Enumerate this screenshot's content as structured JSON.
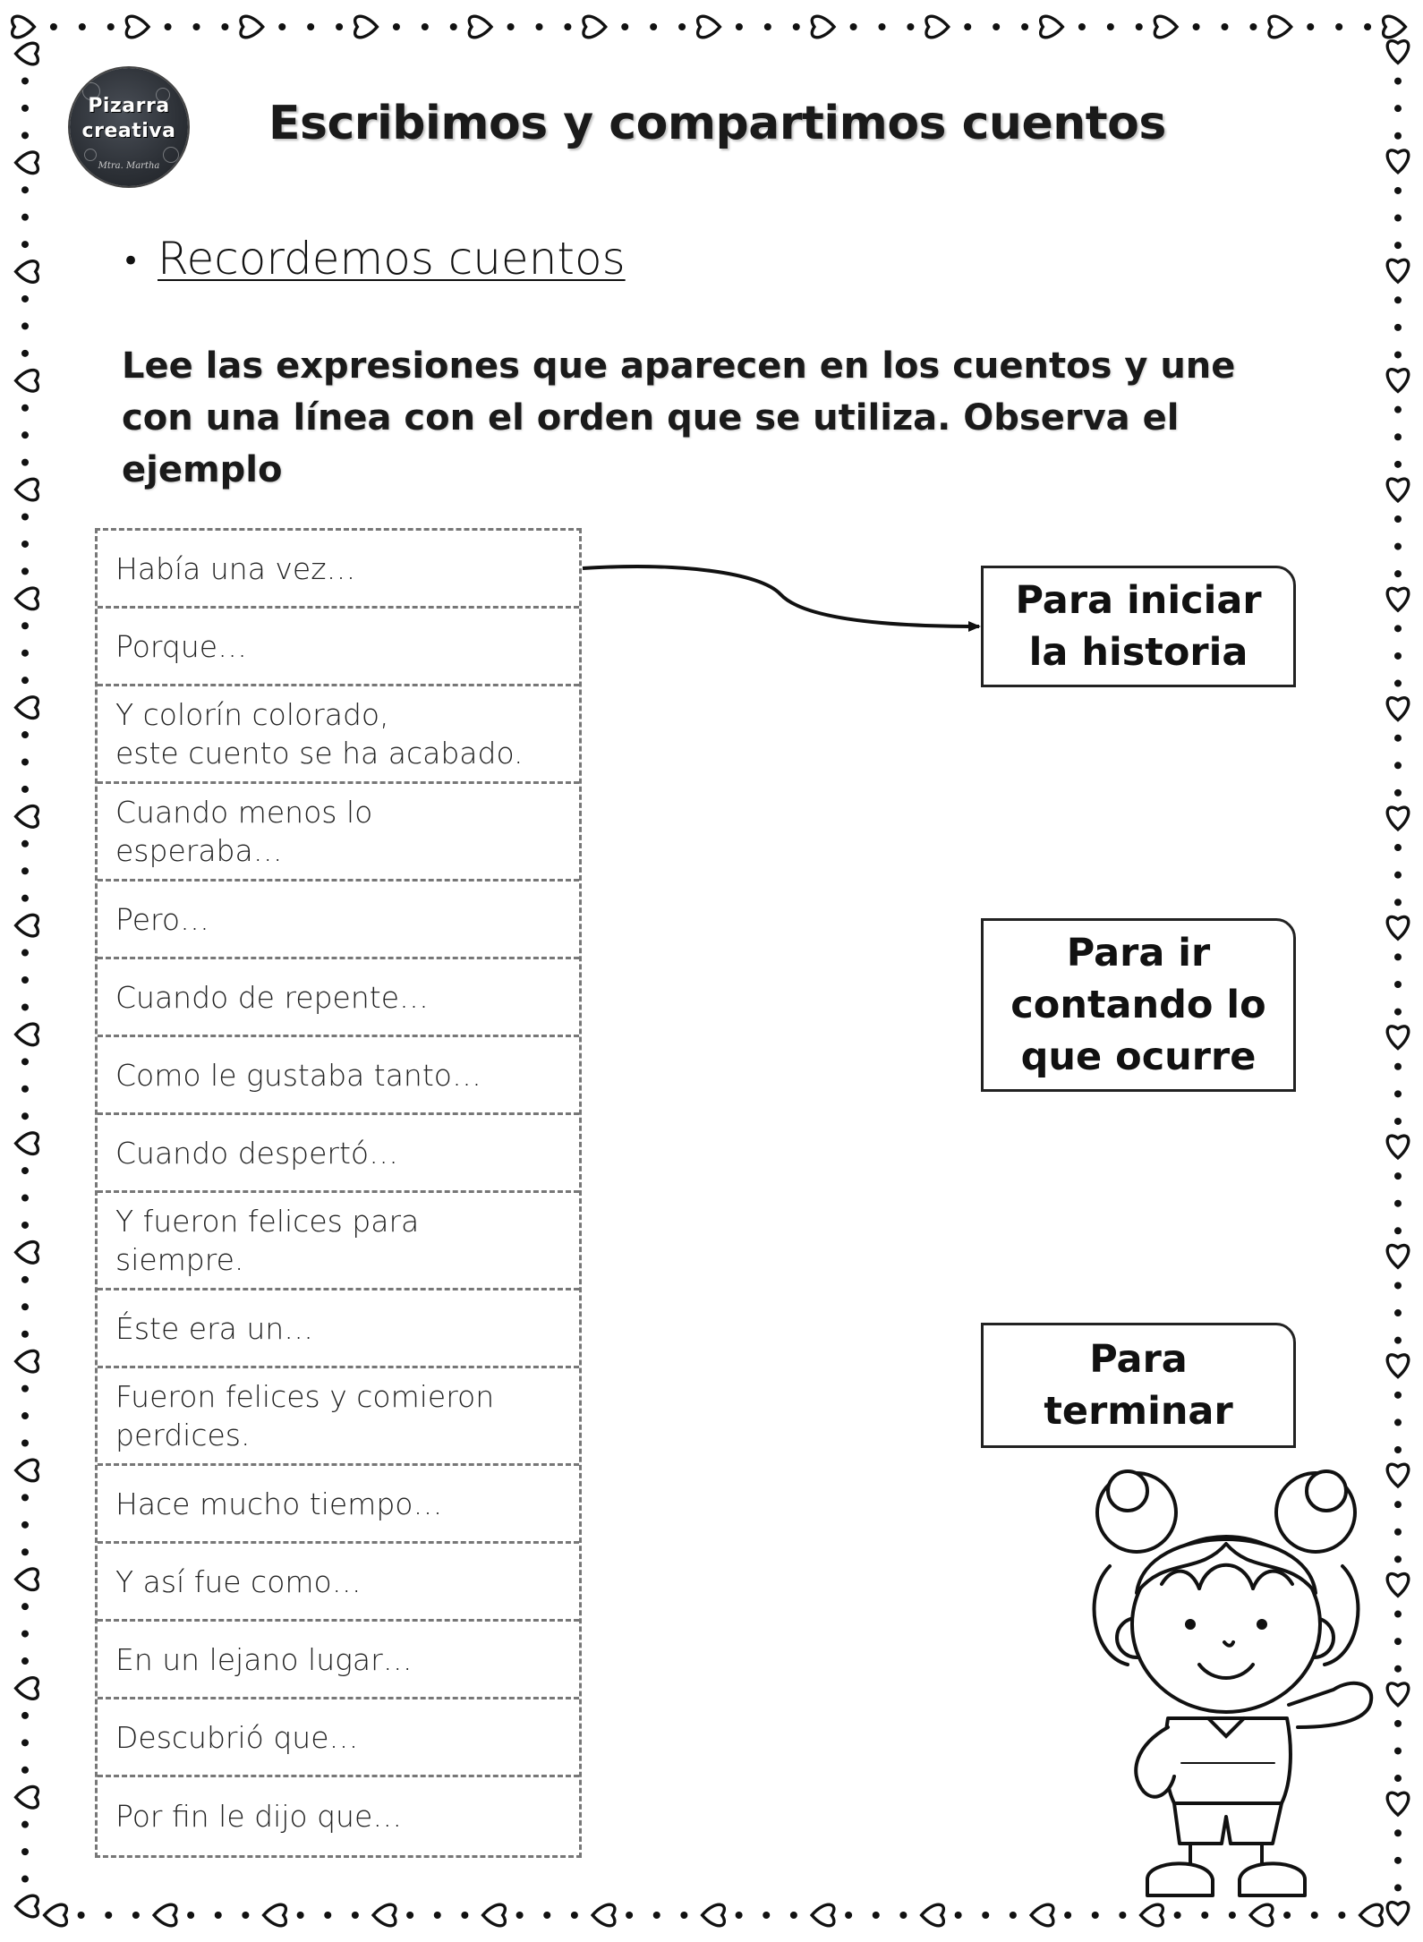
{
  "header": {
    "logo": {
      "line1": "Pizarra",
      "line2": "creativa",
      "line3": "Mtra. Martha"
    },
    "title": "Escribimos y compartimos cuentos"
  },
  "section": {
    "bullet": "•",
    "subtitle": "Recordemos cuentos"
  },
  "instructions": "Lee las expresiones que aparecen en los cuentos y une con una línea con el orden que se utiliza. Observa el ejemplo",
  "phrases": [
    {
      "line1": "Había una vez…",
      "line2": ""
    },
    {
      "line1": "Porque…",
      "line2": ""
    },
    {
      "line1": "Y colorín colorado,",
      "line2": "este cuento se ha acabado."
    },
    {
      "line1": "Cuando menos lo",
      "line2": "esperaba…"
    },
    {
      "line1": "Pero…",
      "line2": ""
    },
    {
      "line1": "Cuando de repente…",
      "line2": ""
    },
    {
      "line1": "Como le gustaba tanto…",
      "line2": ""
    },
    {
      "line1": "Cuando despertó…",
      "line2": ""
    },
    {
      "line1": "Y fueron felices para",
      "line2": "siempre."
    },
    {
      "line1": "Éste era un…",
      "line2": ""
    },
    {
      "line1": "Fueron felices y comieron",
      "line2": "perdices."
    },
    {
      "line1": "Hace mucho tiempo…",
      "line2": ""
    },
    {
      "line1": "Y así fue como…",
      "line2": ""
    },
    {
      "line1": "En un lejano lugar…",
      "line2": ""
    },
    {
      "line1": "Descubrió que…",
      "line2": ""
    },
    {
      "line1": "Por fin le dijo que…",
      "line2": ""
    }
  ],
  "targets": [
    {
      "lines": [
        "Para iniciar",
        "la historia"
      ]
    },
    {
      "lines": [
        "Para ir",
        "contando lo",
        "que ocurre"
      ]
    },
    {
      "lines": [
        "Para",
        "terminar"
      ]
    }
  ],
  "example_link": {
    "from": "Había una vez…",
    "to": "Para iniciar la historia"
  }
}
